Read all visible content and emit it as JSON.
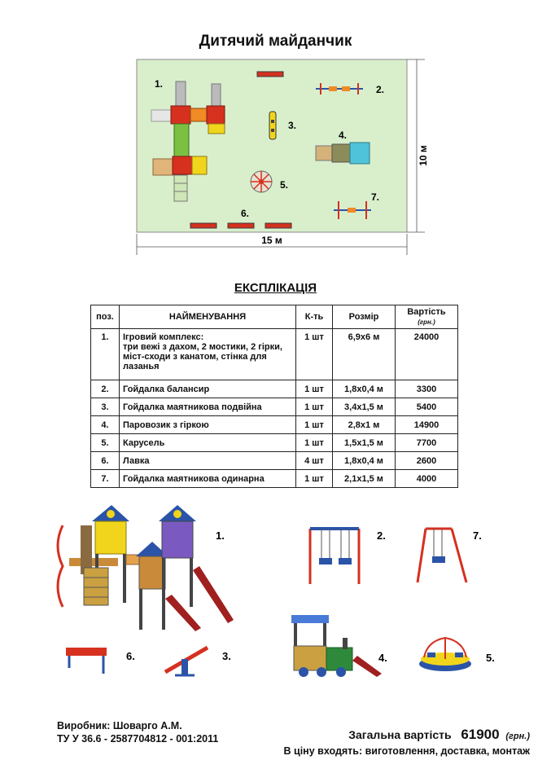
{
  "title": "Дитячий майданчик",
  "plan": {
    "width_label": "15 м",
    "height_label": "10 м",
    "labels": [
      "1.",
      "2.",
      "3.",
      "4.",
      "5.",
      "6.",
      "7."
    ],
    "colors": {
      "ground": "#d9efcc",
      "red": "#d6301f",
      "orange": "#f08a24",
      "yellow": "#f1d51c",
      "green": "#7bc043",
      "cyan": "#4fc3d9",
      "blue": "#2b54a8"
    }
  },
  "explication": {
    "heading": "ЕКСПЛІКАЦІЯ",
    "columns": {
      "pos": "поз.",
      "name": "НАЙМЕНУВАННЯ",
      "qty": "К-ть",
      "size": "Розмір",
      "cost": "Вартість",
      "cost_unit": "(грн.)"
    },
    "rows": [
      {
        "pos": "1.",
        "name": "Ігровий комплекс:",
        "name2": "три вежі з дахом, 2 мостики, 2 гірки, міст-сходи з канатом, стінка для лазанья",
        "qty": "1 шт",
        "size": "6,9х6 м",
        "cost": "24000"
      },
      {
        "pos": "2.",
        "name": "Гойдалка балансир",
        "qty": "1 шт",
        "size": "1,8х0,4 м",
        "cost": "3300"
      },
      {
        "pos": "3.",
        "name": "Гойдалка маятникова подвійна",
        "qty": "1 шт",
        "size": "3,4х1,5 м",
        "cost": "5400"
      },
      {
        "pos": "4.",
        "name": "Паровозик з гіркою",
        "qty": "1 шт",
        "size": "2,8х1 м",
        "cost": "14900"
      },
      {
        "pos": "5.",
        "name": "Карусель",
        "qty": "1 шт",
        "size": "1,5х1,5 м",
        "cost": "7700"
      },
      {
        "pos": "6.",
        "name": "Лавка",
        "qty": "4 шт",
        "size": "1,8х0,4 м",
        "cost": "2600"
      },
      {
        "pos": "7.",
        "name": "Гойдалка маятникова одинарна",
        "qty": "1 шт",
        "size": "2,1х1,5 м",
        "cost": "4000"
      }
    ]
  },
  "pictures": {
    "labels": [
      "1.",
      "2.",
      "7.",
      "6.",
      "3.",
      "4.",
      "5."
    ]
  },
  "footer": {
    "maker": "Виробник: Шоварго А.М.",
    "spec": "ТУ У 36.6 - 2587704812 - 001:2011",
    "total_label": "Загальна вартість",
    "total_value": "61900",
    "total_unit": "(грн.)",
    "includes": "В ціну входять: виготовлення, доставка, монтаж"
  }
}
